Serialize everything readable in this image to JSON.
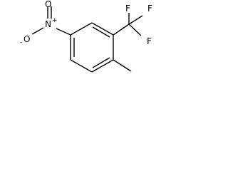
{
  "molecule": {
    "atoms": {
      "n_label": "N",
      "n_charge": "+",
      "o_top_label": "O",
      "o_left_label": "O",
      "o_left_charge": "-",
      "f1_label": "F",
      "f2_label": "F",
      "f3_label": "F"
    }
  }
}
